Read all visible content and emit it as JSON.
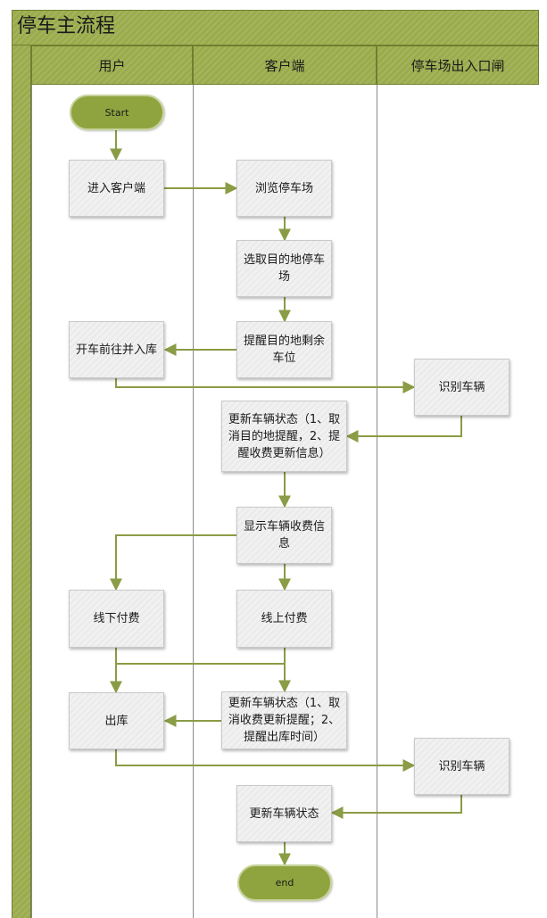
{
  "title": "停车主流程",
  "lanes": [
    "用户",
    "客户端",
    "停车场出入口闸"
  ],
  "nodes": {
    "start": "Start",
    "enter_client": "进入客户端",
    "browse_parking": "浏览停车场",
    "select_destination": "选取目的地停车场",
    "remind_spaces": "提醒目的地剩余车位",
    "drive_in": "开车前往并入库",
    "identify_vehicle_1": "识别车辆",
    "update_status_1": "更新车辆状态（1、取消目的地提醒，2、提醒收费更新信息）",
    "show_fee": "显示车辆收费信息",
    "offline_pay": "线下付费",
    "online_pay": "线上付费",
    "update_status_2": "更新车辆状态（1、取消收费更新提醒；2、提醒出库时间）",
    "exit_garage": "出库",
    "identify_vehicle_2": "识别车辆",
    "update_status_3": "更新车辆状态",
    "end": "end"
  },
  "colors": {
    "accent": "#9aab4c",
    "accent_border": "#6f7f2f",
    "connector": "#8a9c45",
    "box_fill": "#f1f1f1"
  }
}
